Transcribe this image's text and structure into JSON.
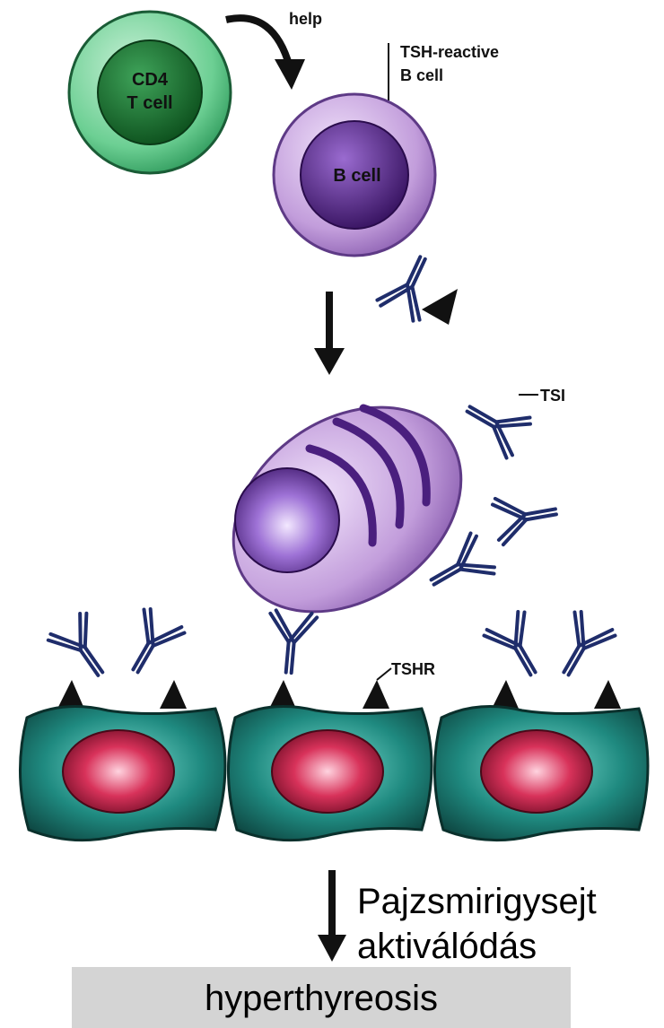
{
  "labels": {
    "help": "help",
    "cd4_line1": "CD4",
    "cd4_line2": "T cell",
    "tsh_reactive_line1": "TSH-reactive",
    "tsh_reactive_line2": "B cell",
    "b_cell": "B cell",
    "tsi": "TSI",
    "tshr": "TSHR",
    "activation_line1": "Pajzsmirigysejt",
    "activation_line2": "aktiválódás",
    "result": "hyperthyreosis"
  },
  "colors": {
    "t_cell_outer": "#7fd3a0",
    "t_cell_inner": "#1f7a2e",
    "b_cell_outer": "#c9a6e0",
    "b_cell_inner": "#5b2a92",
    "antibody": "#1f2d6b",
    "thyroid_cell": "#1f8a80",
    "thyroid_nucleus": "#c8264a",
    "result_box": "#d4d4d4"
  }
}
